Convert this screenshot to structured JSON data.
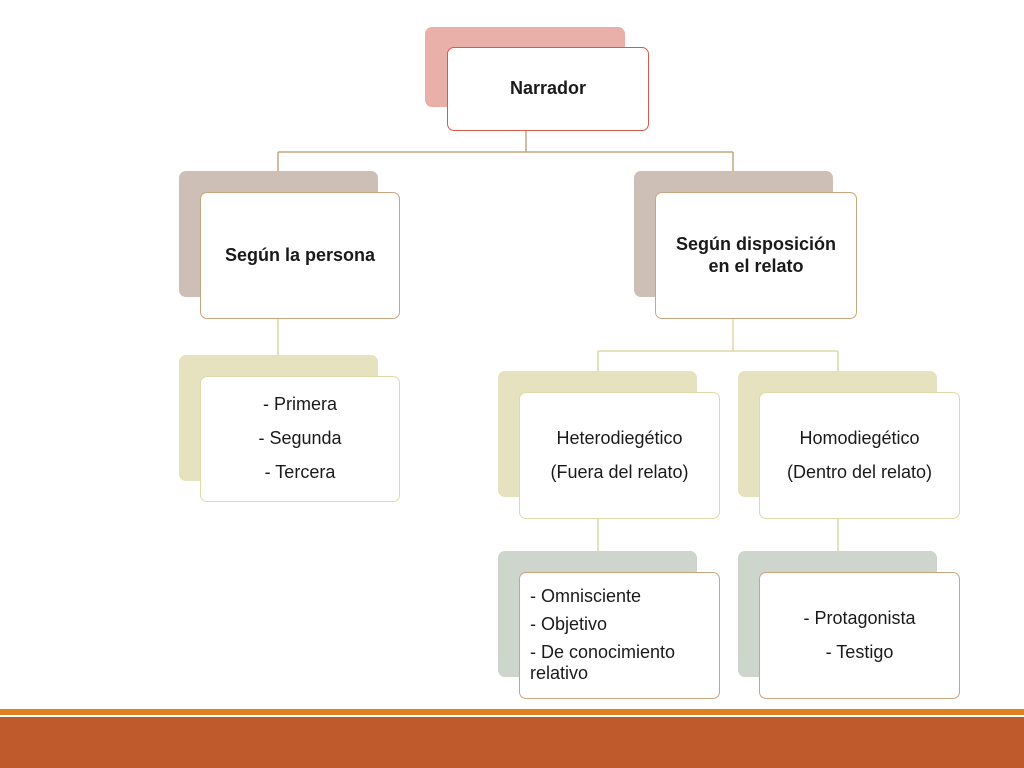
{
  "colors": {
    "root_back": "#e8b0a8",
    "root_border": "#d65a4a",
    "level1_back": "#cdbfb5",
    "level1_border": "#c9a67f",
    "level2_back": "#e6e2bf",
    "level2_border": "#ddd9a8",
    "level3_back": "#cdd5cd",
    "level3_border": "#c9a67f",
    "connector": "#c9a67f",
    "connector_light": "#ddd9a8",
    "footer_line": "#e07f1f",
    "footer_bar": "#bf5a2c"
  },
  "nodes": {
    "narrador": {
      "lines": [
        "Narrador"
      ]
    },
    "segun_persona": {
      "lines": [
        "Según la persona"
      ]
    },
    "segun_disposicion": {
      "lines": [
        "Según disposición",
        "en el relato"
      ]
    },
    "personas": {
      "lines": [
        "- Primera",
        "- Segunda",
        "- Tercera"
      ]
    },
    "heterodiegetico": {
      "lines": [
        "Heterodiegético",
        "(Fuera del relato)"
      ]
    },
    "homodiegetico": {
      "lines": [
        "Homodiegético",
        "(Dentro del relato)"
      ]
    },
    "hetero_tipos": {
      "lines": [
        "- Omnisciente",
        "- Objetivo",
        "- De conocimiento relativo"
      ]
    },
    "homo_tipos": {
      "lines": [
        "- Protagonista",
        "- Testigo"
      ]
    }
  }
}
